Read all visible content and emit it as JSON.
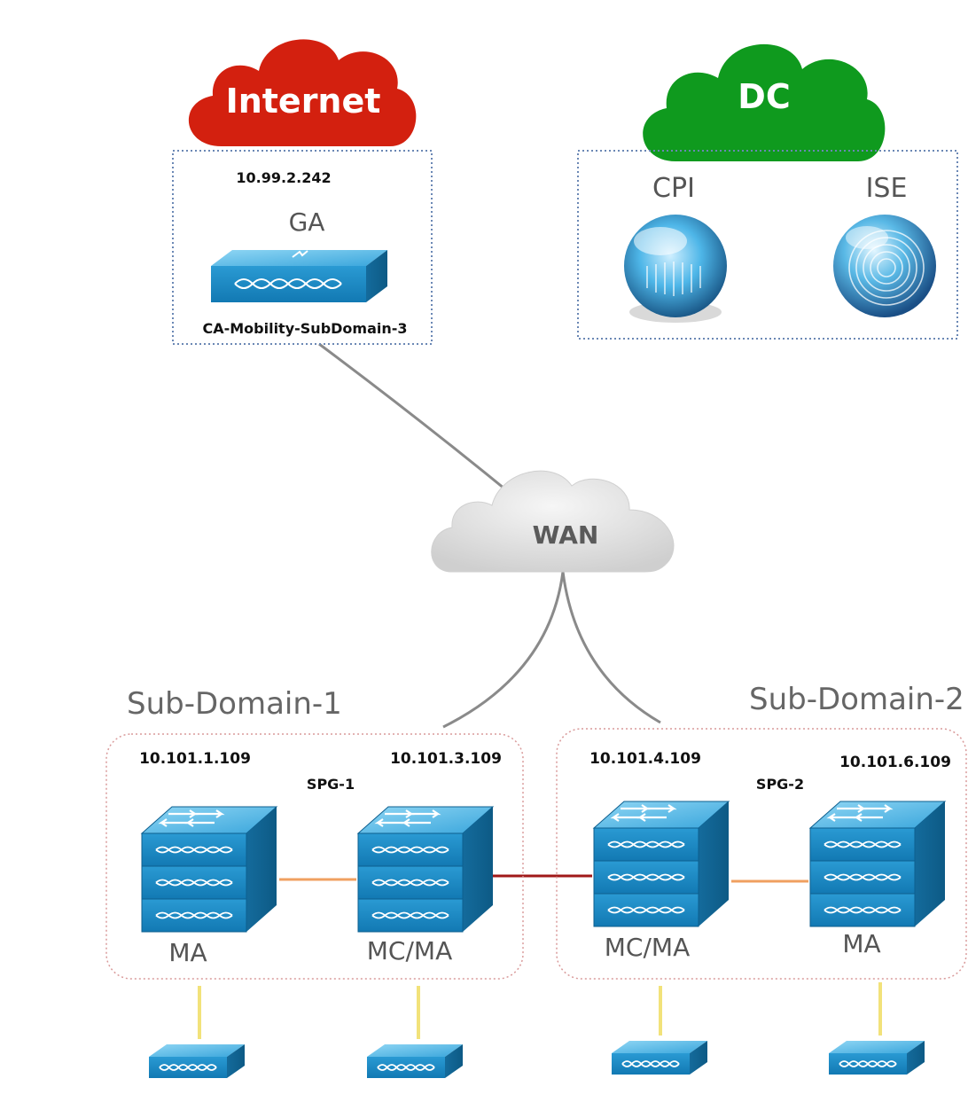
{
  "clouds": {
    "internet": {
      "label": "Internet",
      "color": "#d3200f"
    },
    "dc": {
      "label": "DC",
      "color": "#0f9a1e"
    },
    "wan": {
      "label": "WAN",
      "color": "#e6e6e6"
    }
  },
  "ga_box": {
    "ip": "10.99.2.242",
    "role": "GA",
    "name": "CA-Mobility-SubDomain-3"
  },
  "dc_box": {
    "cpi_label": "CPI",
    "ise_label": "ISE"
  },
  "sub_domain_1": {
    "title": "Sub-Domain-1",
    "spg": "SPG-1",
    "switch_left": {
      "ip": "10.101.1.109",
      "role": "MA"
    },
    "switch_right": {
      "ip": "10.101.3.109",
      "role": "MC/MA"
    }
  },
  "sub_domain_2": {
    "title": "Sub-Domain-2",
    "spg": "SPG-2",
    "switch_left": {
      "ip": "10.101.4.109",
      "role": "MC/MA"
    },
    "switch_right": {
      "ip": "10.101.6.109",
      "role": "MA"
    }
  },
  "colors": {
    "device_blue": "#1e8fc9",
    "device_blue_light": "#5bc0ec",
    "device_blue_dark": "#0d5f8f",
    "spg_link": "#f0a060",
    "inter_domain_link": "#a01818",
    "ap_link": "#f2e27a",
    "wan_link": "#8a8a8a"
  },
  "icons": [
    "internet-cloud",
    "dc-cloud",
    "wan-cloud",
    "controller-appliance",
    "cpi-sphere",
    "ise-fingerprint-sphere",
    "stacked-switch",
    "access-point"
  ]
}
